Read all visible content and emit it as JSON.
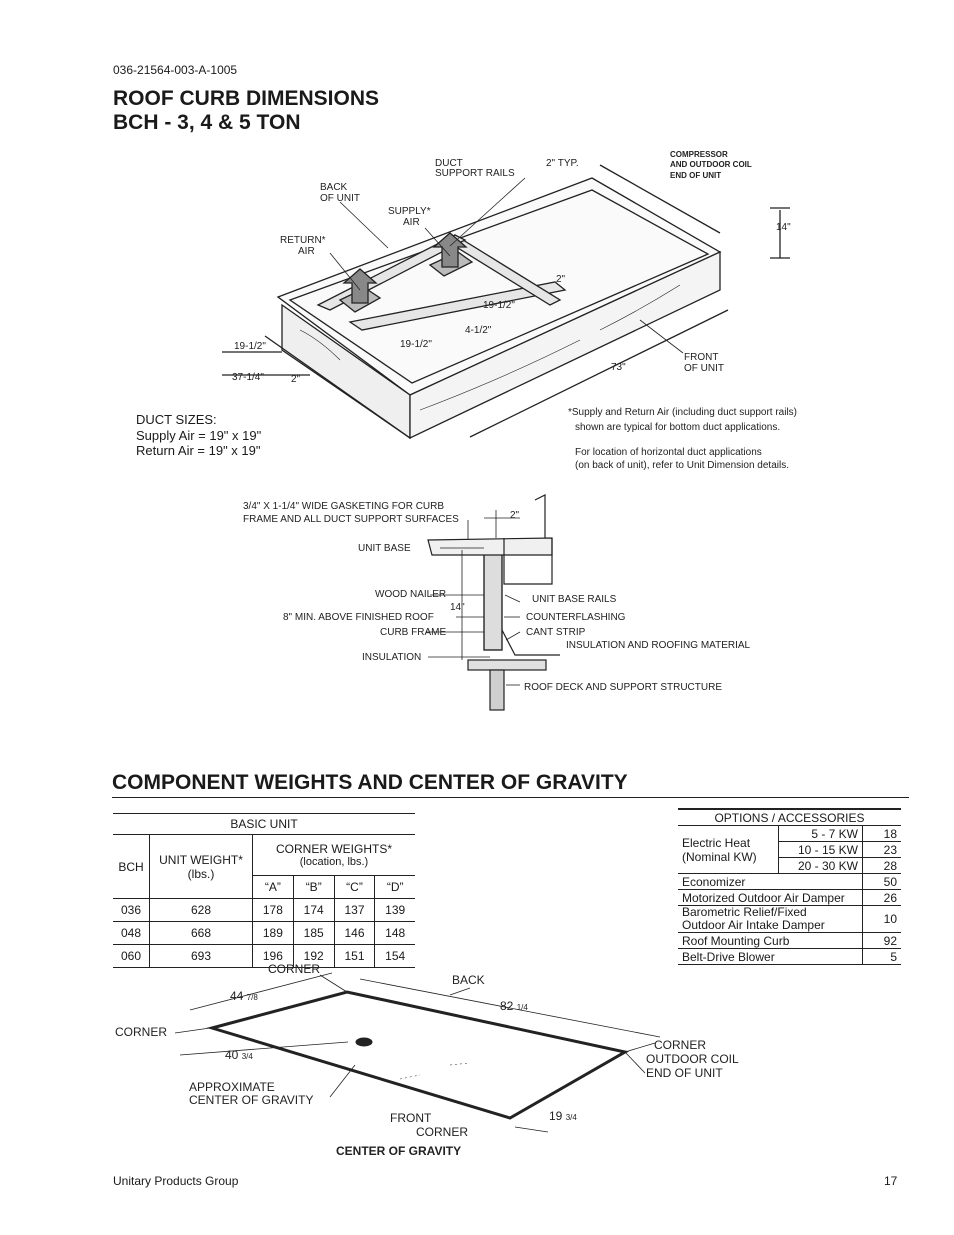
{
  "header": {
    "doc_number": "036-21564-003-A-1005",
    "title_line1": "ROOF CURB DIMENSIONS",
    "title_line2": "BCH - 3, 4 & 5 TON"
  },
  "curb_diagram": {
    "compressor_note": [
      "COMPRESSOR",
      "AND OUTDOOR COIL",
      "END OF UNIT"
    ],
    "duct_support_rails": [
      "DUCT",
      "SUPPORT RAILS"
    ],
    "typ_2": "2\" TYP.",
    "back_of_unit": [
      "BACK",
      "OF UNIT"
    ],
    "supply_air": [
      "SUPPLY*",
      "AIR"
    ],
    "return_air": [
      "RETURN*",
      "AIR"
    ],
    "dim_14": "14\"",
    "dim_2_a": "2\"",
    "dim_19_5_a": "19-1/2\"",
    "dim_4_5": "4-1/2\"",
    "dim_19_5_b": "19-1/2\"",
    "dim_19_5_c": "19-1/2\"",
    "dim_37_25": "37-1/4\"",
    "dim_2_b": "2\"",
    "dim_73": "73\"",
    "front_of_unit": [
      "FRONT",
      "OF UNIT"
    ],
    "note_lines": [
      "*Supply and Return Air (including duct support rails)",
      "shown are typical for bottom duct applications.",
      "For location of horizontal duct applications",
      "(on back of unit), refer to Unit Dimension details."
    ]
  },
  "duct_sizes": {
    "title": "DUCT SIZES:",
    "supply": "Supply Air = 19\" x 19\"",
    "return": "Return Air = 19\" x 19\""
  },
  "section_detail": {
    "gasket": [
      "3/4\" X 1-1/4\" WIDE GASKETING FOR CURB",
      "FRAME AND ALL DUCT SUPPORT SURFACES"
    ],
    "dim_2": "2\"",
    "unit_base": "UNIT BASE",
    "wood_nailer": "WOOD NAILER",
    "dim_14": "14\"",
    "min_above_roof": "8\" MIN. ABOVE FINISHED ROOF",
    "curb_frame": "CURB FRAME",
    "insulation": "INSULATION",
    "unit_base_rails": "UNIT BASE RAILS",
    "counterflashing": "COUNTERFLASHING",
    "cant_strip": "CANT STRIP",
    "insulation_roofing": "INSULATION AND ROOFING MATERIAL",
    "roof_deck": "ROOF DECK AND SUPPORT STRUCTURE"
  },
  "section2_title": "COMPONENT WEIGHTS AND CENTER OF GRAVITY",
  "basic_unit": {
    "title": "BASIC UNIT",
    "col_bch": "BCH",
    "col_weight": [
      "UNIT   WEIGHT*",
      "(lbs.)"
    ],
    "col_corner": [
      "CORNER WEIGHTS*",
      "(location, lbs.)"
    ],
    "corner_labels": [
      "“A”",
      "“B”",
      "“C”",
      "“D”"
    ],
    "rows": [
      {
        "bch": "036",
        "weight": "628",
        "a": "178",
        "b": "174",
        "c": "137",
        "d": "139"
      },
      {
        "bch": "048",
        "weight": "668",
        "a": "189",
        "b": "185",
        "c": "146",
        "d": "148"
      },
      {
        "bch": "060",
        "weight": "693",
        "a": "196",
        "b": "192",
        "c": "151",
        "d": "154"
      }
    ]
  },
  "options": {
    "title": "OPTIONS / ACCESSORIES",
    "electric_heat": [
      "Electric Heat",
      "(Nominal KW)"
    ],
    "heat_rows": [
      {
        "kw": "5 - 7 KW",
        "lbs": "18"
      },
      {
        "kw": "10 - 15 KW",
        "lbs": "23"
      },
      {
        "kw": "20 - 30 KW",
        "lbs": "28"
      }
    ],
    "rows": [
      {
        "name": "Economizer",
        "lbs": "50"
      },
      {
        "name": "Motorized Outdoor Air Damper",
        "lbs": "26"
      }
    ],
    "baro": [
      "Barometric Relief/Fixed",
      "Outdoor Air Intake Damper"
    ],
    "baro_lbs": "10",
    "rows2": [
      {
        "name": "Roof Mounting Curb",
        "lbs": "92"
      },
      {
        "name": "Belt-Drive Blower",
        "lbs": "5"
      }
    ]
  },
  "cog_diagram": {
    "corner_top": "CORNER",
    "back": "BACK",
    "dim_44": "44",
    "dim_44_frac": "7/8",
    "dim_82": "82",
    "dim_82_frac": "1/4",
    "corner_left": "CORNER",
    "dim_40": "40",
    "dim_40_frac": "3/4",
    "corner_right": [
      "CORNER",
      "OUTDOOR COIL",
      "END OF UNIT"
    ],
    "approx": [
      "APPROXIMATE",
      "CENTER OF GRAVITY"
    ],
    "front": "FRONT",
    "corner_bottom": "CORNER",
    "dim_19": "19",
    "dim_19_frac": "3/4",
    "caption": "CENTER OF GRAVITY"
  },
  "footer": {
    "company": "Unitary Products Group",
    "page": "17"
  }
}
